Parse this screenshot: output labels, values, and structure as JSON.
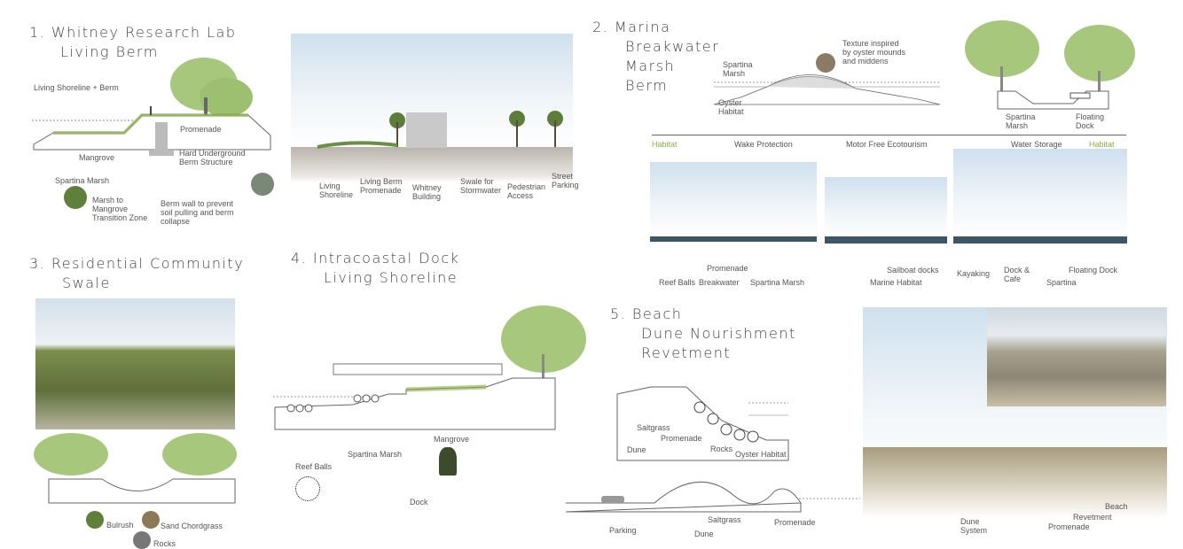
{
  "s1": {
    "title1": "1. Whitney Research Lab",
    "title2": "Living Berm",
    "subtitle": "Living Shoreline + Berm",
    "labels": {
      "promenade": "Promenade",
      "mangrove": "Mangrove",
      "hard": "Hard Underground\nBerm Structure",
      "spartina": "Spartina Marsh",
      "marsh_zone": "Marsh to\nMangrove\nTransition Zone",
      "berm_wall": "Berm wall to prevent\nsoil pulling and berm\ncollapse"
    },
    "render_labels": [
      "Living\nShoreline",
      "Living Berm\nPromenade",
      "Whitney\nBuilding",
      "Swale for\nStormwater",
      "Pedestrian\nAccess",
      "Street\nParking"
    ]
  },
  "s2": {
    "title": [
      "2. Marina",
      "Breakwater",
      "Marsh",
      "Berm"
    ],
    "labels": {
      "spartina": "Spartina\nMarsh",
      "texture": "Texture inspired\nby oyster mounds\nand middens",
      "oyster": "Oyster\nHabitat",
      "spartina2": "Spartina\nMarsh",
      "floating": "Floating\nDock"
    },
    "axis": {
      "habitat_left": "Habitat",
      "wake": "Wake Protection",
      "motor": "Motor Free Ecotourism",
      "water": "Water Storage",
      "habitat_right": "Habitat"
    },
    "render_labels": [
      "Reef Balls",
      "Breakwater",
      "Promenade",
      "Spartina Marsh",
      "Sailboat docks",
      "Marine Habitat",
      "Kayaking",
      "Dock &\nCafe",
      "Spartina",
      "Floating Dock"
    ]
  },
  "s3": {
    "title1": "3. Residential Community",
    "title2": "Swale",
    "labels": {
      "bulrush": "Bulrush",
      "sand": "Sand Chordgrass",
      "rocks": "Rocks"
    }
  },
  "s4": {
    "title1": "4. Intracoastal Dock",
    "title2": "Living Shoreline",
    "labels": {
      "reef": "Reef Balls",
      "spartina": "Spartina Marsh",
      "mangrove": "Mangrove",
      "dock": "Dock"
    }
  },
  "s5": {
    "title1": "5. Beach",
    "title2": "Dune Nourishment",
    "title3": "Revetment",
    "labels": {
      "saltgrass": "Saltgrass",
      "promenade": "Promenade",
      "dune": "Dune",
      "rocks": "Rocks",
      "oyster": "Oyster Habitat",
      "parking": "Parking",
      "dune2": "Dune",
      "saltgrass2": "Saltgrass",
      "promenade2": "Promenade",
      "dune_system": "Dune\nSystem",
      "promenade3": "Promenade",
      "revetment": "Revetment",
      "beach": "Beach"
    }
  },
  "colors": {
    "green": "#8ab04a",
    "tree": "#a6c77c",
    "sky": "#cfe0ee",
    "sea": "#3c5668"
  }
}
